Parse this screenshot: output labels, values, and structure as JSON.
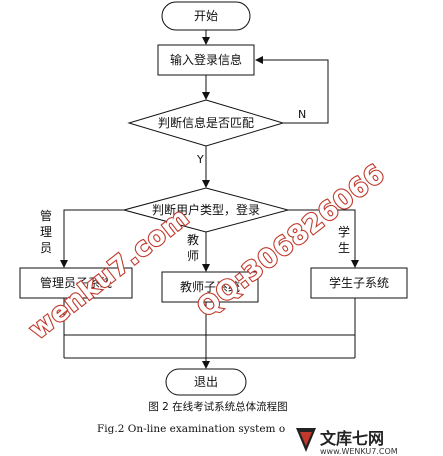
{
  "nodes": {
    "start": "开始",
    "input": "输入登录信息",
    "match": "判断信息是否匹配",
    "usertype": "判断用户类型，登录",
    "admin_sys": "管理员子系统",
    "teacher_sys": "教师子系统",
    "student_sys": "学生子系统",
    "exit": "退出"
  },
  "edge_labels": {
    "no": "N",
    "yes": "Y",
    "admin": [
      "管",
      "理",
      "员"
    ],
    "teacher": [
      "教",
      "师"
    ],
    "student": [
      "学",
      "生"
    ]
  },
  "caption": {
    "cn": "图 2  在线考试系统总体流程图",
    "en": "Fig.2    On-line examination system o"
  },
  "watermarks": {
    "left": "wenku7.com",
    "right": "QQ:306826066"
  },
  "logo": {
    "name": "文库七网",
    "url": "www.WENKU7.COM"
  }
}
